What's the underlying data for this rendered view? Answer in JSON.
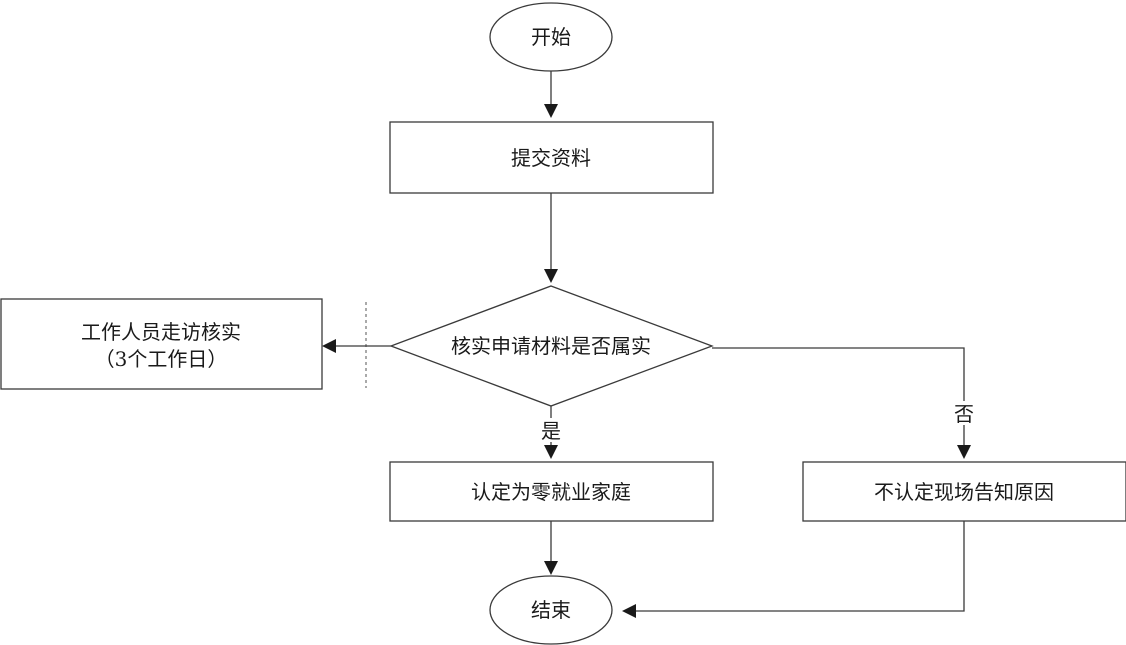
{
  "flowchart": {
    "start": "开始",
    "submit": "提交资料",
    "decision": "核实申请材料是否属实",
    "visit_line1": "工作人员走访核实",
    "visit_line2": "（3个工作日）",
    "yes_label": "是",
    "no_label": "否",
    "confirm": "认定为零就业家庭",
    "reject": "不认定现场告知原因",
    "end": "结束"
  }
}
